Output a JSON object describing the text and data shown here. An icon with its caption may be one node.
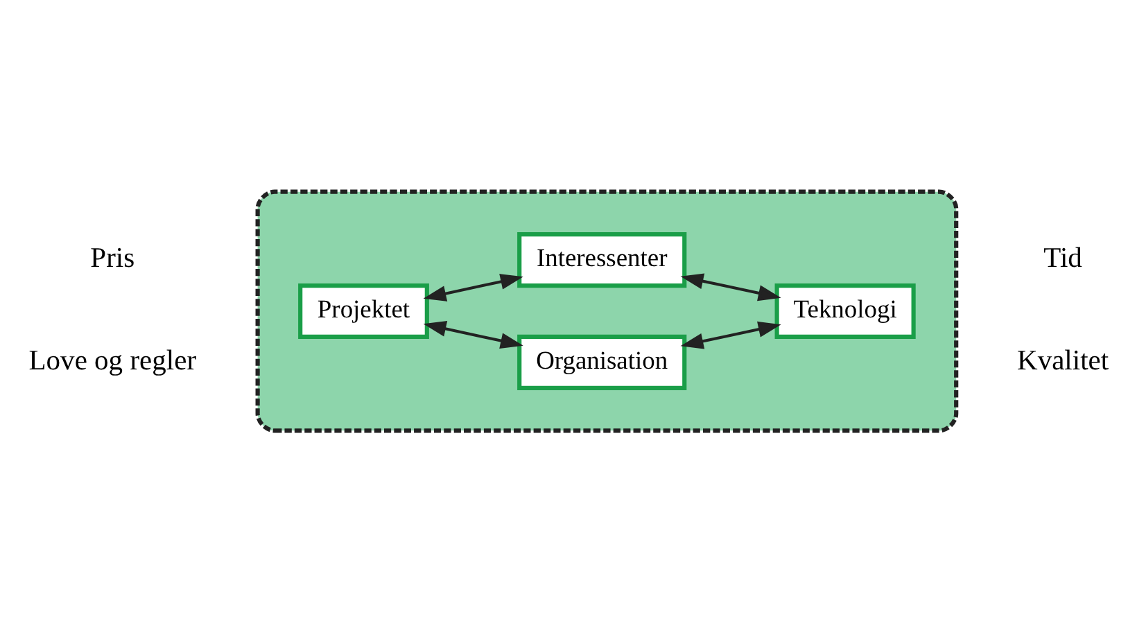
{
  "diagram": {
    "nodes": [
      {
        "text": [],
        "shape": "ellipse"
      },
      {
        "text": [
          "Organisation"
        ],
        "in": 0
      },
      {
        "text": [
          "Projektet"
        ],
        "in": 0
      },
      {
        "text": [
          "Teknologi"
        ],
        "in": 0
      },
      {
        "text": [
          "Interessenter"
        ],
        "in": 0
      }
    ],
    "edges": [
      {
        "from": 2,
        "to": 1,
        "arrow": "both"
      },
      {
        "from": 1,
        "to": 3,
        "arrow": "both"
      },
      {
        "from": 2,
        "to": 4,
        "arrow": "both"
      },
      {
        "from": 4,
        "to": 3,
        "arrow": "both"
      }
    ],
    "labels": [
      "Pris",
      "Tid",
      "Love og regler",
      "Kvalitet"
    ]
  }
}
